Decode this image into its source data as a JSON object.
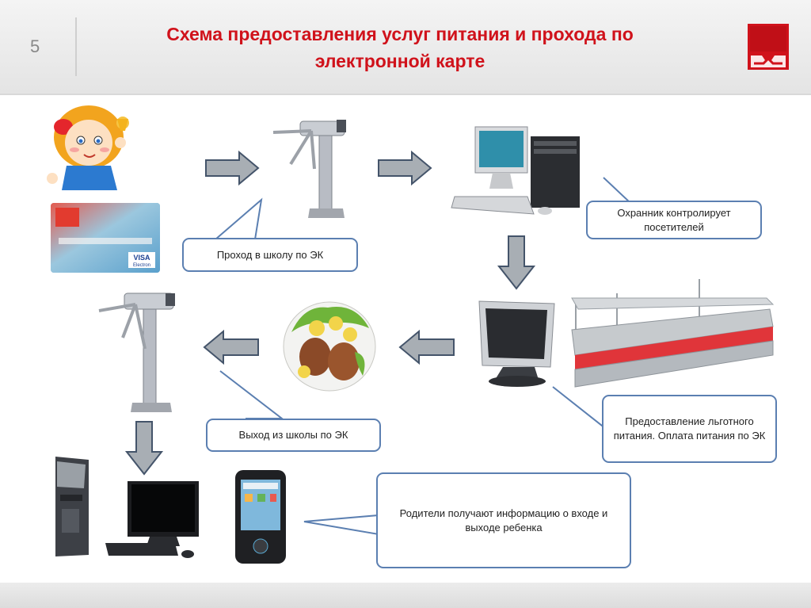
{
  "slide": {
    "number": "5",
    "title_line1": "Схема предоставления услуг питания и прохода по",
    "title_line2": "электронной карте"
  },
  "callouts": {
    "entrance": "Проход в школу по ЭК",
    "guard": "Охранник контролирует посетителей",
    "canteen": "Предоставление льготного питания. Оплата питания по ЭК",
    "exit": "Выход из школы по ЭК",
    "parents": "Родители получают информацию о входе и выходе ребенка"
  },
  "card": {
    "brand_text": "VISA",
    "sub_text": "Electron"
  },
  "colors": {
    "title": "#d0121b",
    "arrow_fill": "#a8aeb4",
    "arrow_stroke": "#44546a",
    "callout_border": "#5b7fb1"
  },
  "icons": [
    "child-illustration",
    "bank-card-icon",
    "turnstile-icon",
    "desktop-computer-icon",
    "pos-terminal-icon",
    "canteen-counter-icon",
    "food-plate-icon",
    "payment-kiosk-icon",
    "monitor-icon",
    "smartphone-icon",
    "arrow-icon"
  ]
}
